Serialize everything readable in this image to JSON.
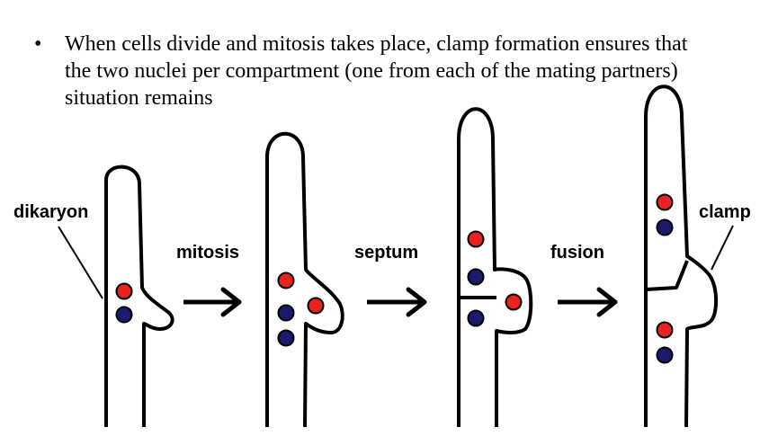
{
  "bullet": {
    "symbol": "•",
    "text": "When cells divide and mitosis takes place, clamp formation ensures that the two nuclei per compartment (one from each of the mating partners) situation remains"
  },
  "labels": {
    "dikaryon": "dikaryon",
    "mitosis": "mitosis",
    "septum": "septum",
    "fusion": "fusion",
    "clamp": "clamp"
  },
  "colors": {
    "nucleus_red": "#e8231f",
    "nucleus_blue": "#1a1a6e",
    "outline": "#000000"
  }
}
